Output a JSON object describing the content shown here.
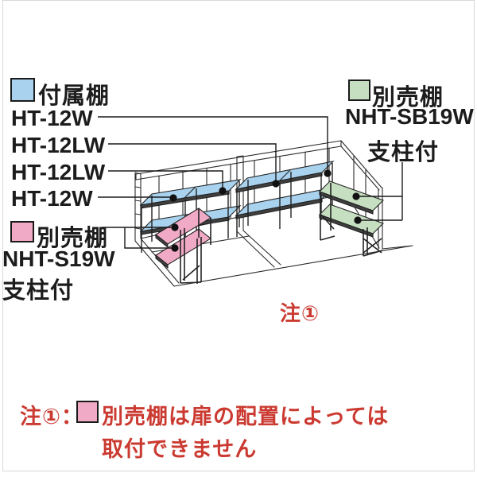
{
  "colors": {
    "blue": "#a8d2ee",
    "green": "#c6dfc1",
    "pink": "#f1aac5",
    "red": "#cb3a31",
    "ink": "#1c1c1c",
    "wire": "#2b2b2b",
    "edge": "#3f3f3f",
    "frame": "#d8d8d8"
  },
  "legend_attached": {
    "title": "付属棚",
    "items": [
      "HT-12W",
      "HT-12LW",
      "HT-12LW",
      "HT-12W"
    ]
  },
  "legend_optional_right": {
    "title": "別売棚",
    "model": "NHT-SB19W",
    "note": "支柱付"
  },
  "legend_optional_left": {
    "title": "別売棚",
    "model": "NHT-S19W",
    "note": "支柱付"
  },
  "diagram": {
    "note_ref": "注①"
  },
  "footnote": {
    "prefix": "注①：",
    "line1": "別売棚は扉の配置によっては",
    "line2": "取付できません"
  }
}
